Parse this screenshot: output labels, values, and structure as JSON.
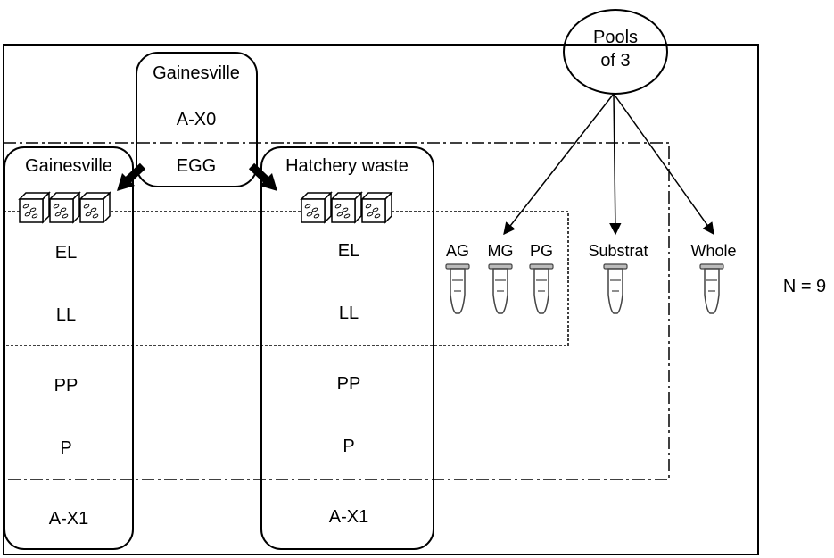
{
  "colors": {
    "stroke": "#000000",
    "tube": "#444444",
    "cap": "#bbbbbb"
  },
  "pool": {
    "line1": "Pools",
    "line2": "of 3"
  },
  "source": {
    "title": "Gainesville",
    "generation": "A-X0",
    "stage": "EGG"
  },
  "columns": [
    {
      "title": "Gainesville",
      "stages": [
        "EL",
        "LL",
        "PP",
        "P",
        "A-X1"
      ]
    },
    {
      "title": "Hatchery waste",
      "stages": [
        "EL",
        "LL",
        "PP",
        "P",
        "A-X1"
      ]
    }
  ],
  "samples": {
    "gut_sections": [
      "AG",
      "MG",
      "PG"
    ],
    "substrate": "Substrat",
    "whole": "Whole"
  },
  "sample_size": "N = 9",
  "icons": {
    "diet_box": "diet-cube-icon",
    "tube": "microtube-icon",
    "transfer_arrow": "transfer-arrow-icon"
  }
}
